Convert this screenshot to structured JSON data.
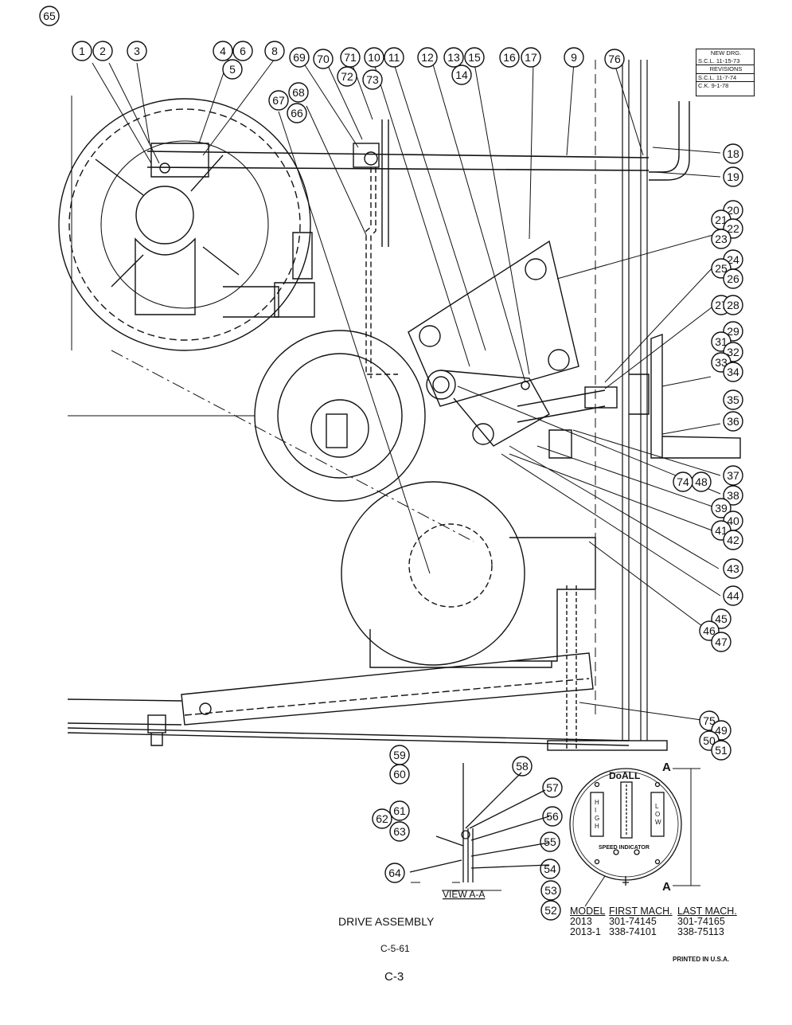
{
  "revision_block": {
    "line1": "NEW DRG.",
    "line2": "S.C.L. 11-15-73",
    "line3": "REVISIONS",
    "line4": "S.C.L. 11-7-74",
    "line5": "C.K. 9-1-78"
  },
  "title": "DRIVE ASSEMBLY",
  "drawing_number": "C-5-61",
  "page_number": "C-3",
  "printed_in": "PRINTED IN U.S.A.",
  "view_label": "VIEW A-A",
  "section_marker": "A",
  "speed_indicator": {
    "brand": "DoALL",
    "high_label": "HIGH",
    "low_label": "LOW",
    "caption": "SPEED INDICATOR"
  },
  "model_table": {
    "headers": [
      "MODEL",
      "FIRST MACH.",
      "LAST MACH."
    ],
    "rows": [
      [
        "2013",
        "301-74145",
        "301-74165"
      ],
      [
        "2013-1",
        "338-74101",
        "338-75113"
      ]
    ]
  },
  "callouts": [
    "1",
    "2",
    "3",
    "4",
    "5",
    "6",
    "8",
    "69",
    "70",
    "71",
    "72",
    "10",
    "11",
    "73",
    "12",
    "13",
    "14",
    "15",
    "16",
    "17",
    "9",
    "76",
    "67",
    "68",
    "66",
    "18",
    "19",
    "20",
    "21",
    "22",
    "23",
    "24",
    "25",
    "26",
    "27",
    "28",
    "29",
    "31",
    "32",
    "33",
    "34",
    "35",
    "36",
    "37",
    "38",
    "39",
    "40",
    "41",
    "42",
    "43",
    "44",
    "45",
    "46",
    "47",
    "48",
    "74",
    "75",
    "49",
    "50",
    "51",
    "52",
    "53",
    "54",
    "55",
    "56",
    "57",
    "58",
    "59",
    "60",
    "61",
    "62",
    "63",
    "64",
    "65"
  ]
}
